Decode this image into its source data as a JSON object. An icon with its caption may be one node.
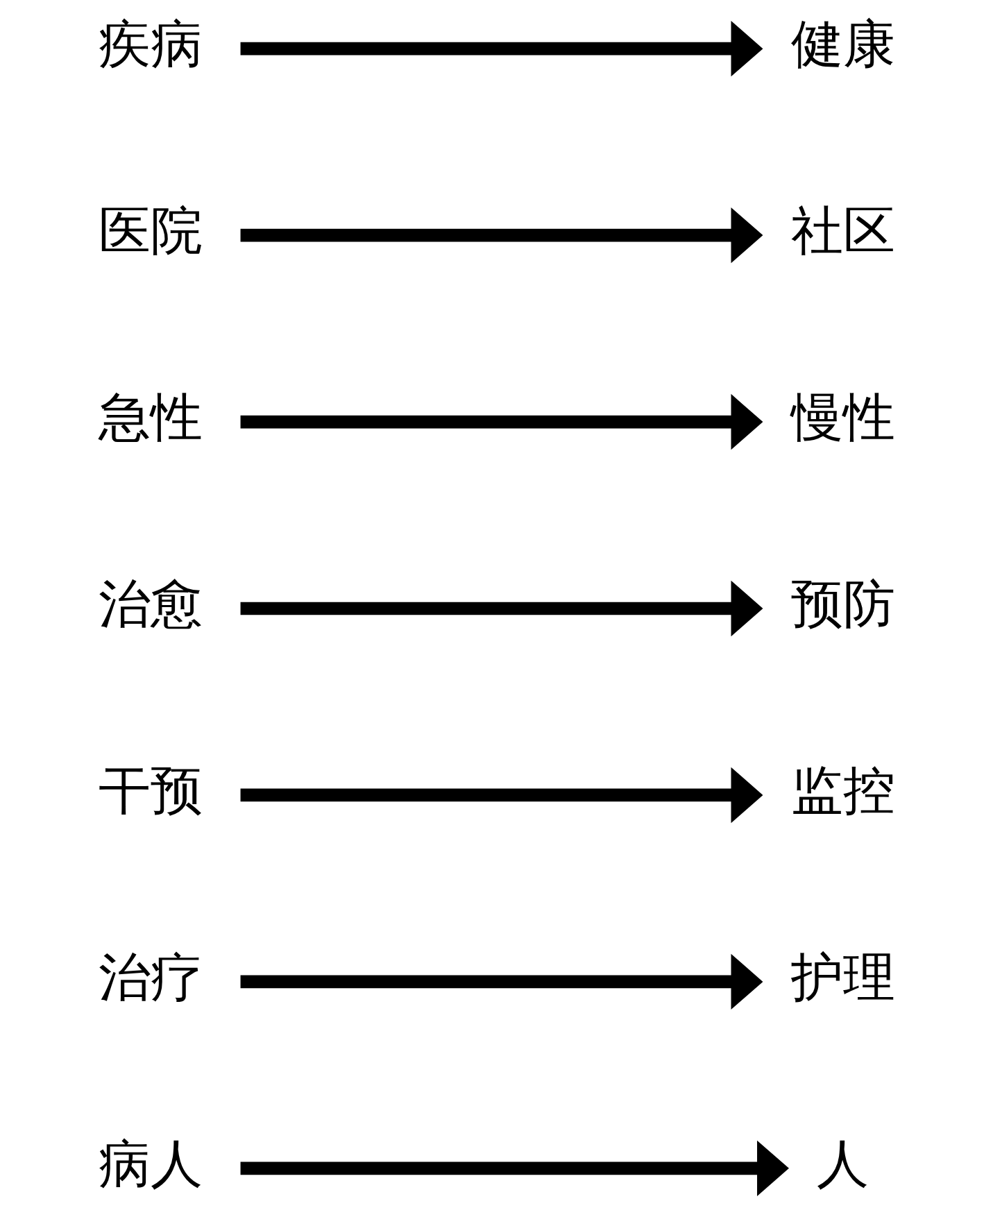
{
  "diagram": {
    "nodes": [
      {
        "text": [
          "疾病"
        ]
      },
      {
        "text": [
          "健康"
        ]
      },
      {
        "text": [
          "医院"
        ]
      },
      {
        "text": [
          "社区"
        ]
      },
      {
        "text": [
          "急性"
        ]
      },
      {
        "text": [
          "慢性"
        ]
      },
      {
        "text": [
          "治愈"
        ]
      },
      {
        "text": [
          "预防"
        ]
      },
      {
        "text": [
          "干预"
        ]
      },
      {
        "text": [
          "监控"
        ]
      },
      {
        "text": [
          "治疗"
        ]
      },
      {
        "text": [
          "护理"
        ]
      },
      {
        "text": [
          "病人"
        ]
      },
      {
        "text": [
          "人"
        ]
      }
    ],
    "edges": [
      {
        "from": 0,
        "to": 1,
        "arrow": "to"
      },
      {
        "from": 2,
        "to": 3,
        "arrow": "to"
      },
      {
        "from": 4,
        "to": 5,
        "arrow": "to"
      },
      {
        "from": 6,
        "to": 7,
        "arrow": "to"
      },
      {
        "from": 8,
        "to": 9,
        "arrow": "to"
      },
      {
        "from": 10,
        "to": 11,
        "arrow": "to"
      },
      {
        "from": 12,
        "to": 13,
        "arrow": "to"
      }
    ]
  }
}
